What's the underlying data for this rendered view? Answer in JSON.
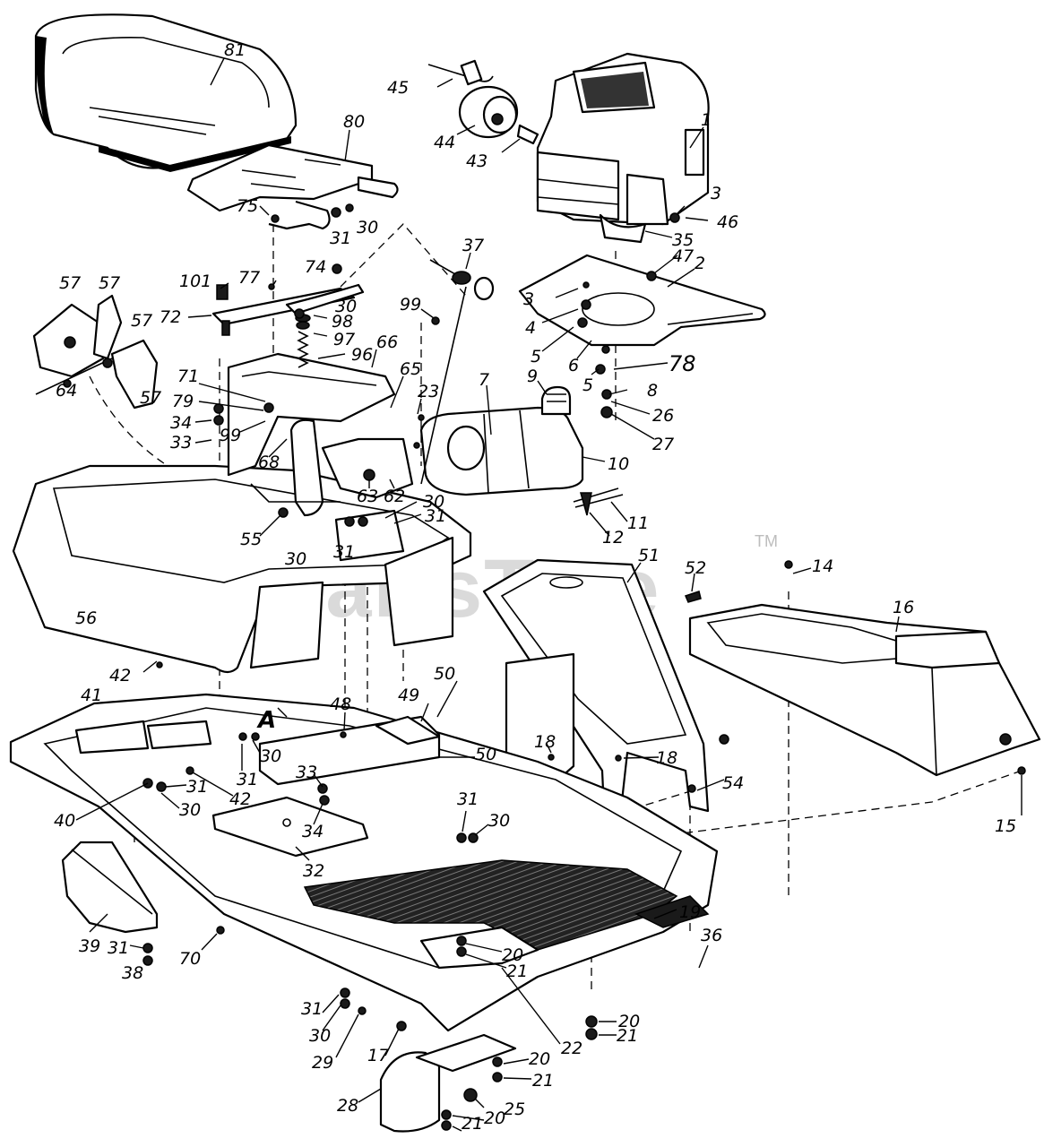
{
  "watermark": {
    "text": "PartsTree",
    "trademark": "TM"
  },
  "section_mark": "A",
  "callouts": {
    "c81": "81",
    "c80": "80",
    "c1": "1",
    "c45": "45",
    "c44": "44",
    "c43": "43",
    "c3a": "3",
    "c46": "46",
    "c35": "35",
    "c47": "47",
    "c2": "2",
    "c37": "37",
    "c75": "75",
    "c31a": "31",
    "c30a": "30",
    "c74": "74",
    "c101": "101",
    "c77": "77",
    "c72": "72",
    "c98": "98",
    "c30b": "30",
    "c97": "97",
    "c96": "96",
    "c99a": "99",
    "c66": "66",
    "c57a": "57",
    "c57b": "57",
    "c57c": "57",
    "c57d": "57",
    "c64": "64",
    "c71": "71",
    "c79": "79",
    "c34a": "34",
    "c33a": "33",
    "c99b": "99",
    "c68": "68",
    "c65": "65",
    "c23": "23",
    "c63": "63",
    "c62": "62",
    "c30c": "30",
    "c31b": "31",
    "c55": "55",
    "c30d": "30",
    "c31c": "31",
    "c56": "56",
    "c3b": "3",
    "c4": "4",
    "c5a": "5",
    "c6": "6",
    "c5b": "5",
    "c78": "78",
    "c8": "8",
    "c26": "26",
    "c27": "27",
    "c9": "9",
    "c7": "7",
    "c10": "10",
    "c12": "12",
    "c11": "11",
    "c51": "51",
    "c52": "52",
    "c14": "14",
    "c16": "16",
    "c42a": "42",
    "c41": "41",
    "c48": "48",
    "c49": "49",
    "c50a": "50",
    "c50b": "50",
    "c30e": "30",
    "c31d": "31",
    "c31e": "31",
    "c42b": "42",
    "c40": "40",
    "c30f": "30",
    "c33b": "33",
    "c34b": "34",
    "c32": "32",
    "c18a": "18",
    "c18b": "18",
    "c54": "54",
    "c15": "15",
    "c31f": "31",
    "c30g": "30",
    "c39": "39",
    "c31g": "31",
    "c38": "38",
    "c70": "70",
    "c19": "19",
    "c36": "36",
    "c20a": "20",
    "c21a": "21",
    "c22": "22",
    "c31h": "31",
    "c30h": "30",
    "c29": "29",
    "c17": "17",
    "c20b": "20",
    "c21b": "21",
    "c20c": "20",
    "c21c": "21",
    "c28": "28",
    "c25": "25",
    "c20d": "20",
    "c21d": "21"
  }
}
